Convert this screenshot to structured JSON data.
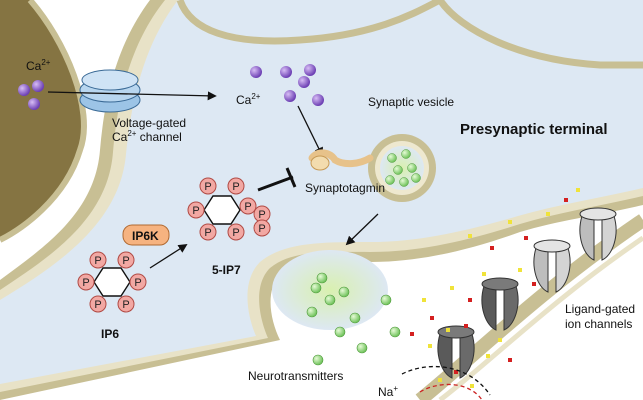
{
  "labels": {
    "ca_outside": "Ca",
    "ca_outside_sup": "2+",
    "channel_line1": "Voltage-gated",
    "channel_line2_prefix": "Ca",
    "channel_line2_sup": "2+",
    "channel_line2_suffix": " channel",
    "ca_inside": "Ca",
    "ca_inside_sup": "2+",
    "synaptic_vesicle": "Synaptic vesicle",
    "presynaptic_terminal": "Presynaptic terminal",
    "synaptotagmin": "Synaptotagmin",
    "ip6k": "IP6K",
    "ip6": "IP6",
    "ip7": "5-IP7",
    "neurotransmitters": "Neurotransmitters",
    "ligand_line1": "Ligand-gated",
    "ligand_line2": "ion channels",
    "na": "Na",
    "na_sup": "+",
    "phosphate": "P"
  },
  "colors": {
    "cytoplasm": "#dde8f3",
    "membrane": "#c8bf94",
    "membrane_dark": "#8a7a4a",
    "calcium": "#8b5fc9",
    "phosphate": "#f2a8a3",
    "vesicle_dot": "#9fe08f",
    "ip6k_box": "#f6b380"
  }
}
